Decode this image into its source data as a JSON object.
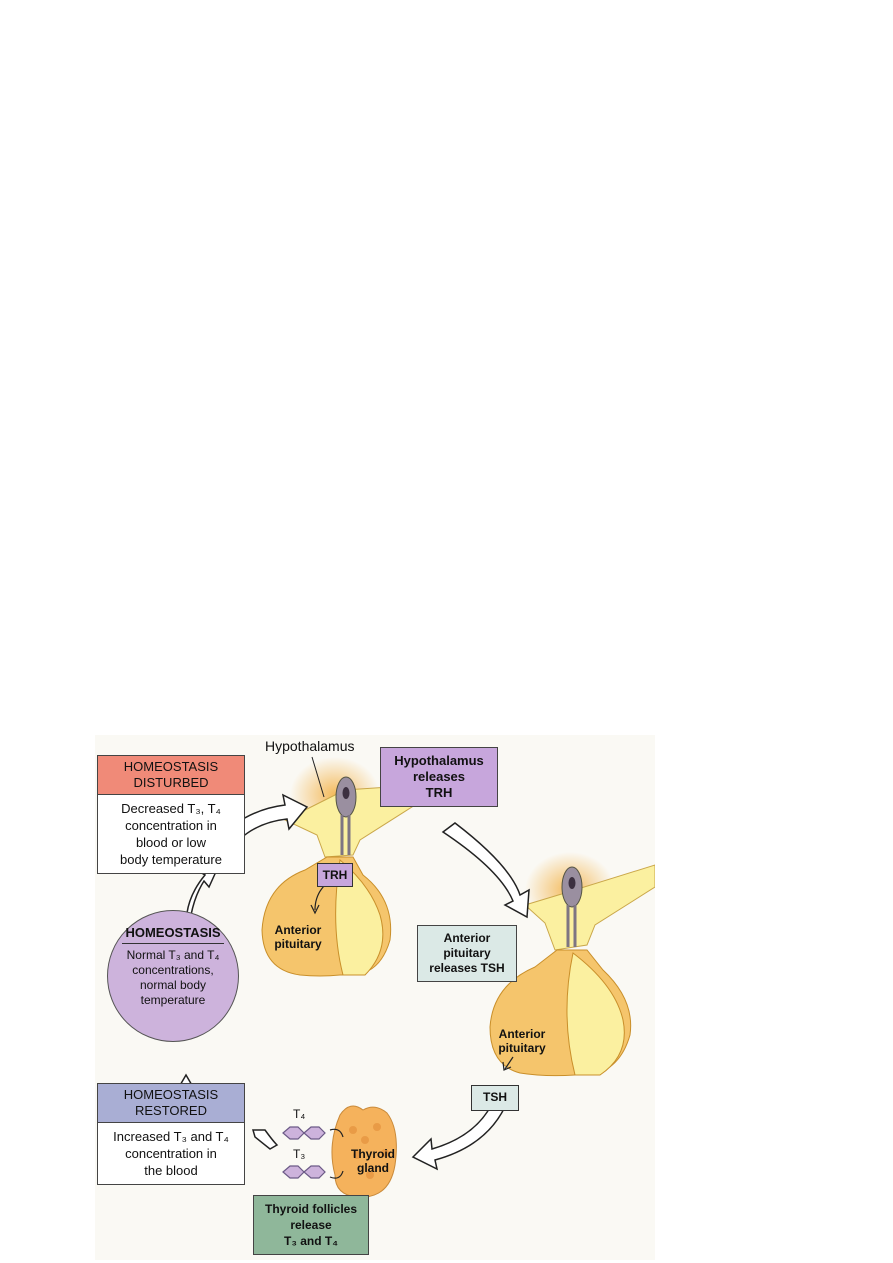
{
  "disturbed": {
    "title_line1": "HOMEOSTASIS",
    "title_line2": "DISTURBED",
    "lines": [
      "Decreased T₃, T₄",
      "concentration in",
      "blood or low",
      "body temperature"
    ]
  },
  "homeostasis": {
    "title": "HOMEOSTASIS",
    "lines": [
      "Normal T₃ and T₄",
      "concentrations,",
      "normal body",
      "temperature"
    ]
  },
  "restored": {
    "title_line1": "HOMEOSTASIS",
    "title_line2": "RESTORED",
    "lines": [
      "Increased T₃ and T₄",
      "concentration in",
      "the blood"
    ]
  },
  "hypothalamus_label": "Hypothalamus",
  "hypothalamus_releases": [
    "Hypothalamus",
    "releases",
    "TRH"
  ],
  "trh_tag": "TRH",
  "anterior_pituitary_1": [
    "Anterior",
    "pituitary"
  ],
  "anterior_pituitary_releases": [
    "Anterior",
    "pituitary",
    "releases TSH"
  ],
  "anterior_pituitary_2": [
    "Anterior",
    "pituitary"
  ],
  "tsh_tag": "TSH",
  "t4_label": "T₄",
  "t3_label": "T₃",
  "thyroid_gland": [
    "Thyroid",
    "gland"
  ],
  "thyroid_follicles": [
    "Thyroid follicles",
    "release",
    "T₃ and T₄"
  ],
  "colors": {
    "disturbed": "#f08a78",
    "homeostasis": "#cdb3dc",
    "restored": "#a9aed4",
    "hypothalamus_box": "#c7a6dc",
    "pituitary_box": "#dbe9e6",
    "thyroid_box": "#8fb79a",
    "gland": "#f5c56c",
    "tissue": "#fbf0a0"
  }
}
